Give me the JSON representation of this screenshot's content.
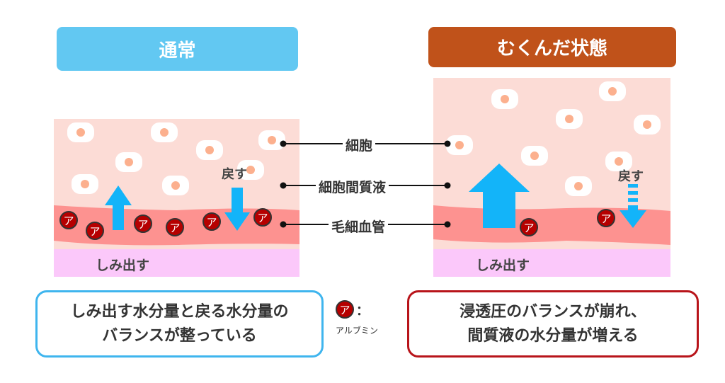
{
  "left": {
    "title": "通常",
    "color": "#62c8f2",
    "return_label": "戻す",
    "seep_label": "しみ出す",
    "summary": [
      "しみ出す水分量と戻る水分量の",
      "バランスが整っている"
    ]
  },
  "right": {
    "title": "むくんだ状態",
    "color": "#c0521a",
    "return_label": "戻す",
    "seep_label": "しみ出す",
    "summary": [
      "浸透圧のバランスが崩れ、",
      "間質液の水分量が増える"
    ]
  },
  "labels": {
    "cell": "細胞",
    "interstitial": "細胞間質液",
    "capillary": "毛細血管"
  },
  "legend": {
    "symbol": "ア",
    "colon": "：",
    "text": "アルブミン"
  },
  "colors": {
    "tissue": "#fcdcd6",
    "vessel": "#fd9290",
    "lower": "#fbc8fa",
    "arrow": "#13b4f9",
    "albumin": "#b60000"
  }
}
